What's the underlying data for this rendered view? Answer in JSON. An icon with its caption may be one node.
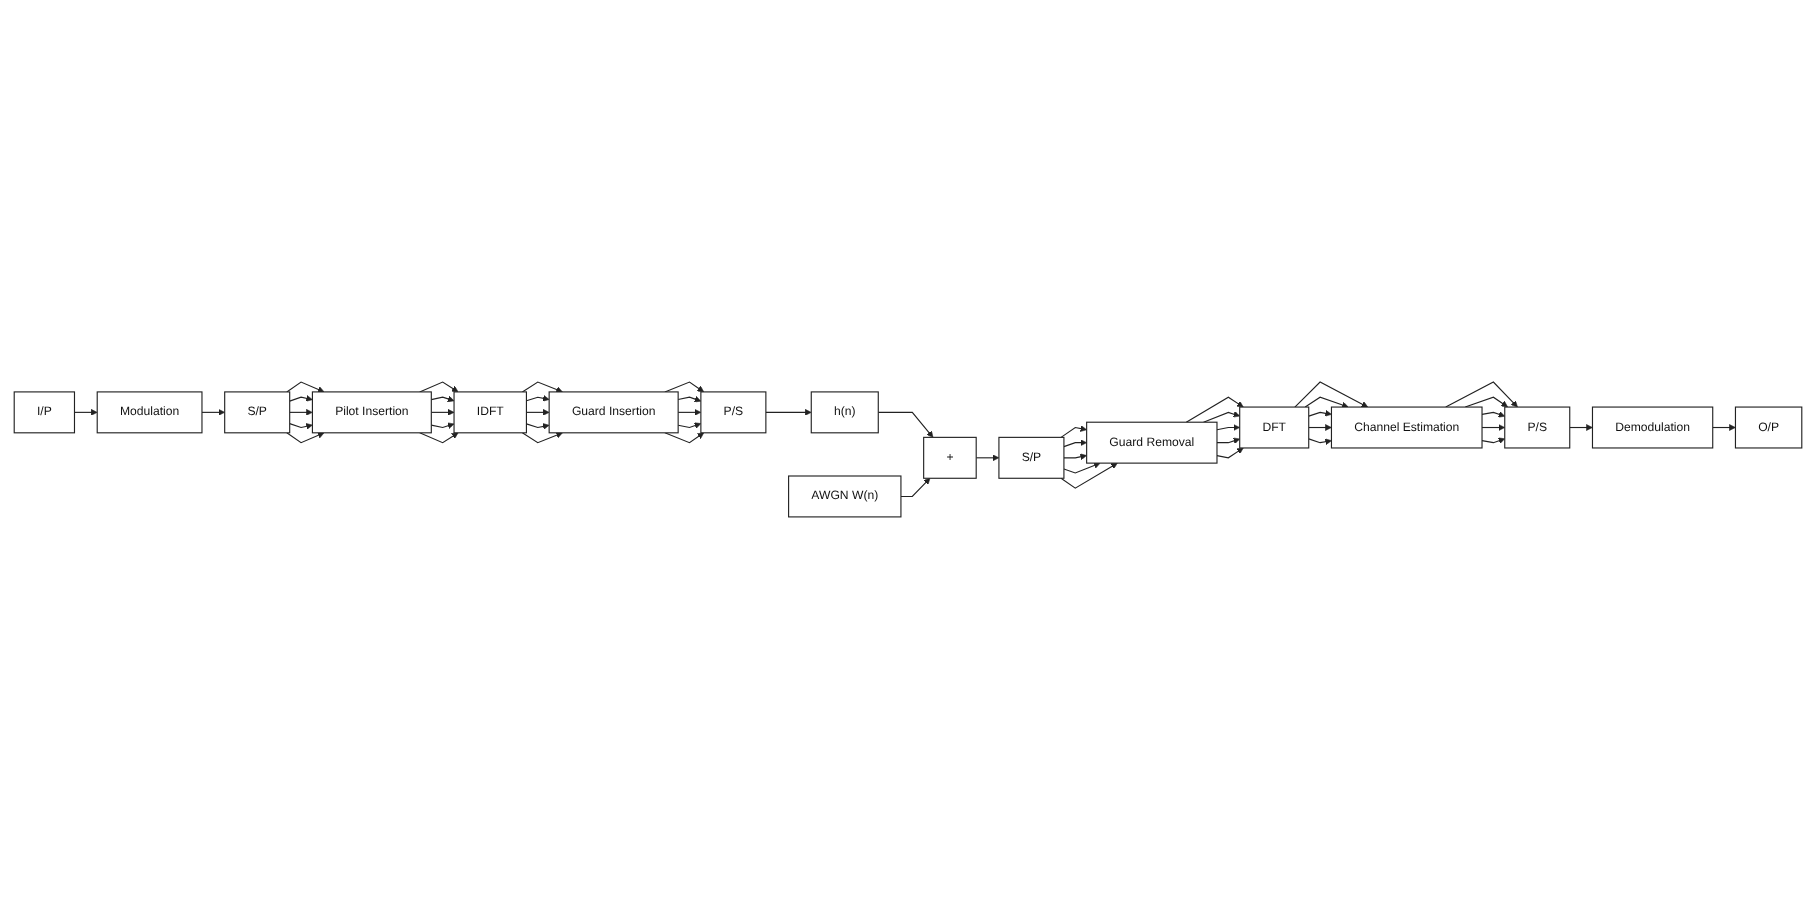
{
  "diagram": {
    "nodes": [
      {
        "text": [
          "I/P"
        ]
      },
      {
        "text": [
          "Modulation"
        ]
      },
      {
        "text": [
          "S/P"
        ]
      },
      {
        "text": [
          "Pilot Insertion"
        ]
      },
      {
        "text": [
          "IDFT"
        ]
      },
      {
        "text": [
          "Guard Insertion"
        ]
      },
      {
        "text": [
          "P/S"
        ]
      },
      {
        "text": [
          "h(n)"
        ]
      },
      {
        "text": [
          "AWGN W(n)"
        ]
      },
      {
        "text": [
          "+"
        ]
      },
      {
        "text": [
          "S/P"
        ]
      },
      {
        "text": [
          "Guard Removal"
        ]
      },
      {
        "text": [
          "DFT"
        ]
      },
      {
        "text": [
          "Channel Estimation"
        ]
      },
      {
        "text": [
          "P/S"
        ]
      },
      {
        "text": [
          "Demodulation"
        ]
      },
      {
        "text": [
          "O/P"
        ]
      }
    ],
    "edges": [
      {
        "from": 0,
        "to": 1,
        "arrow": "to"
      },
      {
        "from": 1,
        "to": 2,
        "arrow": "to"
      },
      {
        "from": 2,
        "to": 3,
        "arrow": "to"
      },
      {
        "from": 2,
        "to": 3,
        "arrow": "to"
      },
      {
        "from": 2,
        "to": 3,
        "arrow": "to"
      },
      {
        "from": 2,
        "to": 3,
        "arrow": "to"
      },
      {
        "from": 2,
        "to": 3,
        "arrow": "to"
      },
      {
        "from": 3,
        "to": 4,
        "arrow": "to"
      },
      {
        "from": 3,
        "to": 4,
        "arrow": "to"
      },
      {
        "from": 3,
        "to": 4,
        "arrow": "to"
      },
      {
        "from": 3,
        "to": 4,
        "arrow": "to"
      },
      {
        "from": 3,
        "to": 4,
        "arrow": "to"
      },
      {
        "from": 4,
        "to": 5,
        "arrow": "to"
      },
      {
        "from": 4,
        "to": 5,
        "arrow": "to"
      },
      {
        "from": 4,
        "to": 5,
        "arrow": "to"
      },
      {
        "from": 4,
        "to": 5,
        "arrow": "to"
      },
      {
        "from": 4,
        "to": 5,
        "arrow": "to"
      },
      {
        "from": 5,
        "to": 6,
        "arrow": "to"
      },
      {
        "from": 5,
        "to": 6,
        "arrow": "to"
      },
      {
        "from": 5,
        "to": 6,
        "arrow": "to"
      },
      {
        "from": 5,
        "to": 6,
        "arrow": "to"
      },
      {
        "from": 5,
        "to": 6,
        "arrow": "to"
      },
      {
        "from": 6,
        "to": 7,
        "arrow": "to"
      },
      {
        "from": 7,
        "to": 9,
        "arrow": "to"
      },
      {
        "from": 8,
        "to": 9,
        "arrow": "to"
      },
      {
        "from": 9,
        "to": 10,
        "arrow": "to"
      },
      {
        "from": 10,
        "to": 11,
        "arrow": "to"
      },
      {
        "from": 10,
        "to": 11,
        "arrow": "to"
      },
      {
        "from": 10,
        "to": 11,
        "arrow": "to"
      },
      {
        "from": 10,
        "to": 11,
        "arrow": "to"
      },
      {
        "from": 10,
        "to": 11,
        "arrow": "to"
      },
      {
        "from": 11,
        "to": 12,
        "arrow": "to"
      },
      {
        "from": 11,
        "to": 12,
        "arrow": "to"
      },
      {
        "from": 11,
        "to": 12,
        "arrow": "to"
      },
      {
        "from": 11,
        "to": 12,
        "arrow": "to"
      },
      {
        "from": 11,
        "to": 12,
        "arrow": "to"
      },
      {
        "from": 12,
        "to": 13,
        "arrow": "to"
      },
      {
        "from": 12,
        "to": 13,
        "arrow": "to"
      },
      {
        "from": 12,
        "to": 13,
        "arrow": "to"
      },
      {
        "from": 12,
        "to": 13,
        "arrow": "to"
      },
      {
        "from": 12,
        "to": 13,
        "arrow": "to"
      },
      {
        "from": 13,
        "to": 14,
        "arrow": "to"
      },
      {
        "from": 13,
        "to": 14,
        "arrow": "to"
      },
      {
        "from": 13,
        "to": 14,
        "arrow": "to"
      },
      {
        "from": 13,
        "to": 14,
        "arrow": "to"
      },
      {
        "from": 13,
        "to": 14,
        "arrow": "to"
      },
      {
        "from": 14,
        "to": 15,
        "arrow": "to"
      },
      {
        "from": 15,
        "to": 16,
        "arrow": "to"
      }
    ]
  }
}
